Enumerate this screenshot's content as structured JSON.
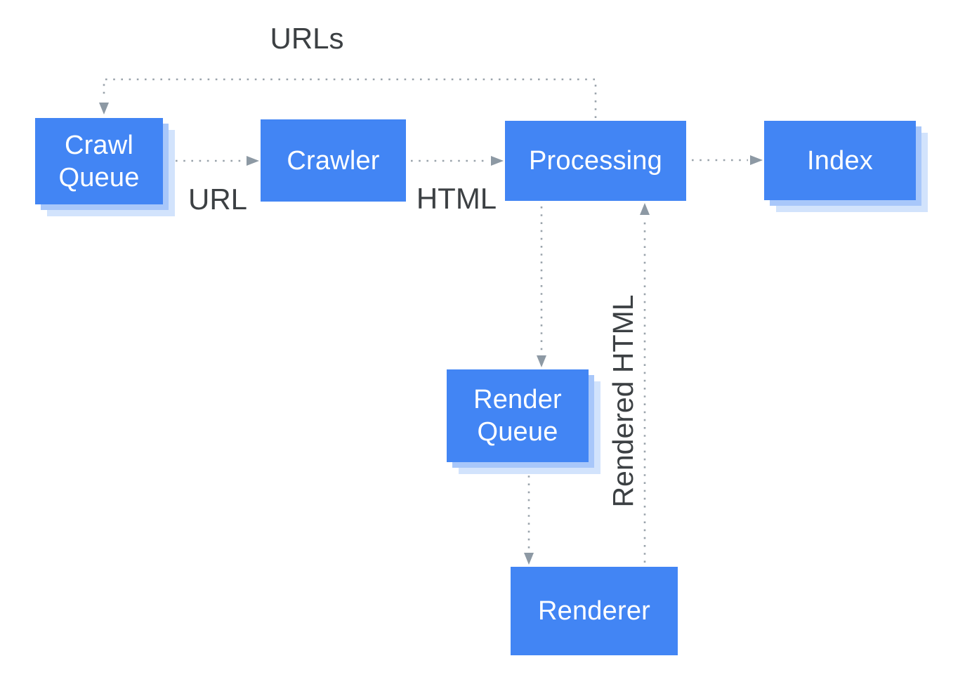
{
  "diagram": {
    "nodes": {
      "crawl_queue": {
        "label": "Crawl Queue"
      },
      "crawler": {
        "label": "Crawler"
      },
      "processing": {
        "label": "Processing"
      },
      "index": {
        "label": "Index"
      },
      "render_queue": {
        "label": "Render Queue"
      },
      "renderer": {
        "label": "Renderer"
      }
    },
    "edge_labels": {
      "urls": "URLs",
      "url": "URL",
      "html": "HTML",
      "rendered_html": "Rendered HTML"
    },
    "edges": [
      {
        "from": "Processing",
        "to": "Crawl Queue",
        "label": "URLs",
        "style": "dotted"
      },
      {
        "from": "Crawl Queue",
        "to": "Crawler",
        "label": "URL",
        "style": "dotted"
      },
      {
        "from": "Crawler",
        "to": "Processing",
        "label": "HTML",
        "style": "dotted"
      },
      {
        "from": "Processing",
        "to": "Index",
        "label": "",
        "style": "dotted"
      },
      {
        "from": "Processing",
        "to": "Render Queue",
        "label": "",
        "style": "dotted"
      },
      {
        "from": "Render Queue",
        "to": "Renderer",
        "label": "",
        "style": "dotted"
      },
      {
        "from": "Renderer",
        "to": "Processing",
        "label": "Rendered HTML",
        "style": "dotted"
      }
    ],
    "colors": {
      "node-fill": "#4285f4",
      "node-text": "#ffffff",
      "shadow1": "#a8c7fa",
      "shadow2": "#d2e3fc",
      "connector": "#9aa3ab",
      "arrowhead": "#8d99a4",
      "label-text": "#3c4043",
      "background": "#ffffff"
    }
  }
}
